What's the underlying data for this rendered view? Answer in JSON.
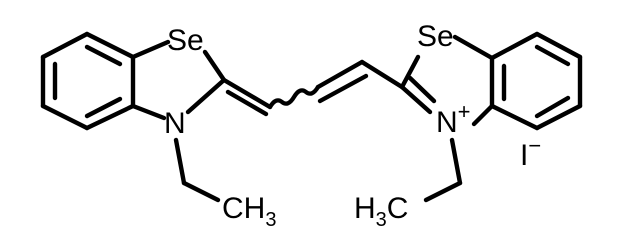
{
  "atoms": {
    "se_left": "Se",
    "n_left": "N",
    "ch3_left": "CH",
    "ch3_left_sub": "3",
    "se_right": "Se",
    "n_right": "N",
    "n_right_charge": "+",
    "h3c_right_h": "H",
    "h3c_right_sub": "3",
    "h3c_right_c": "C",
    "iodide": "I",
    "iodide_charge": "−"
  },
  "colors": {
    "bond": "#000000",
    "text": "#000000",
    "background": "#ffffff"
  }
}
